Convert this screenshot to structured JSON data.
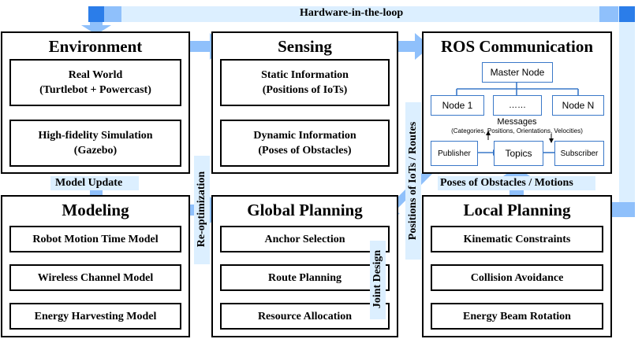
{
  "hil": {
    "label": "Hardware-in-the-loop"
  },
  "environment": {
    "title": "Environment",
    "boxes": [
      {
        "line1": "Real World",
        "line2": "(Turtlebot + Powercast)"
      },
      {
        "line1": "High-fidelity Simulation",
        "line2": "(Gazebo)"
      }
    ]
  },
  "sensing": {
    "title": "Sensing",
    "boxes": [
      {
        "line1": "Static Information",
        "line2": "(Positions of IoTs)"
      },
      {
        "line1": "Dynamic Information",
        "line2": "(Poses of Obstacles)"
      }
    ]
  },
  "ros": {
    "title": "ROS Communication",
    "master": "Master Node",
    "node1": "Node 1",
    "nodedots": "……",
    "nodeN": "Node N",
    "messages": "Messages",
    "messages_detail": "(Categories, Positions, Orientations, Velocities)",
    "publisher": "Publisher",
    "topics": "Topics",
    "subscriber": "Subscriber"
  },
  "modeling": {
    "title": "Modeling",
    "boxes": [
      "Robot Motion Time Model",
      "Wireless Channel Model",
      "Energy Harvesting Model"
    ]
  },
  "global": {
    "title": "Global Planning",
    "boxes": [
      "Anchor Selection",
      "Route Planning",
      "Resource Allocation"
    ]
  },
  "local": {
    "title": "Local Planning",
    "boxes": [
      "Kinematic Constraints",
      "Collision Avoidance",
      "Energy Beam Rotation"
    ]
  },
  "labels": {
    "model_update": "Model Update",
    "reoptimization": "Re-optimization",
    "positions_routes": "Positions of IoTs / Routes",
    "poses_motions": "Poses of Obstacles / Motions",
    "joint_design": "Joint Design"
  },
  "colors": {
    "arrow_dark": "#2b7de9",
    "arrow_mid": "#8fc0fb",
    "band": "#dcefff",
    "ros_border": "#3a78c8"
  }
}
